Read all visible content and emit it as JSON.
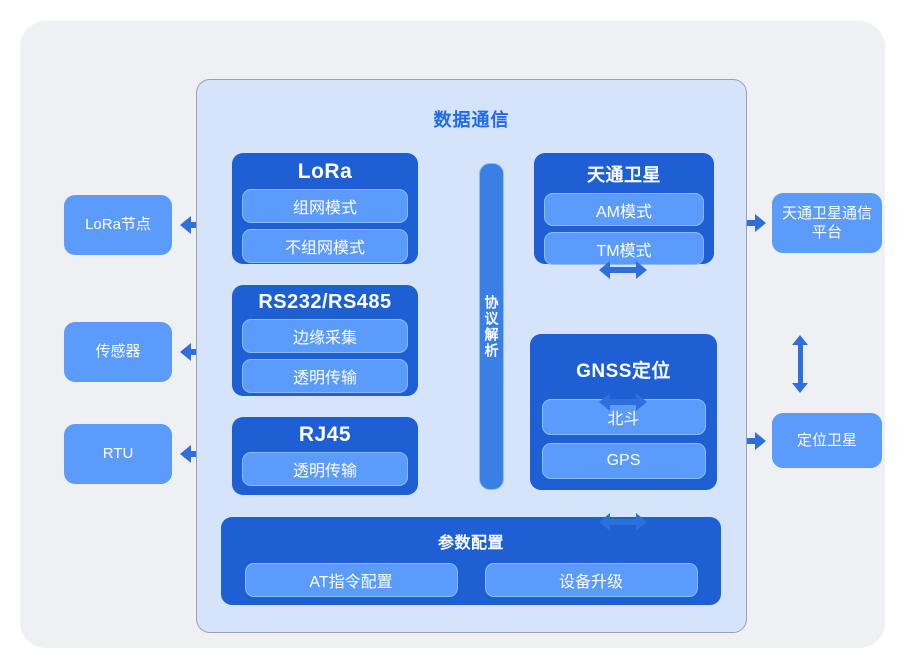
{
  "diagram": {
    "container": {
      "title": "数据通信"
    },
    "protocol_bar": {
      "label": "协议解析"
    },
    "modules": [
      {
        "id": "lora",
        "title": "LoRa",
        "items": [
          "组网模式",
          "不组网模式"
        ]
      },
      {
        "id": "rs232_rs485",
        "title": "RS232/RS485",
        "items": [
          "边缘采集",
          "透明传输"
        ]
      },
      {
        "id": "rj45",
        "title": "RJ45",
        "items": [
          "透明传输"
        ]
      },
      {
        "id": "tiantong",
        "title": "天通卫星",
        "items": [
          "AM模式",
          "TM模式"
        ]
      },
      {
        "id": "gnss",
        "title": "GNSS定位",
        "items": [
          "北斗",
          "GPS"
        ]
      },
      {
        "id": "param_config",
        "title": "参数配置",
        "items": [
          "AT指令配置",
          "设备升级"
        ]
      }
    ],
    "external_nodes": [
      {
        "id": "lora_node",
        "label": "LoRa节点"
      },
      {
        "id": "sensor",
        "label": "传感器"
      },
      {
        "id": "rtu",
        "label": "RTU"
      },
      {
        "id": "tiantong_platform",
        "label": "天通卫星通信平台"
      },
      {
        "id": "positioning_satellite",
        "label": "定位卫星"
      }
    ],
    "colors": {
      "page_background": "#ffffff",
      "panel_background": "#eef0f4",
      "container_background": "#d6e4fb",
      "container_border": "#9aa0ad",
      "module_fill": "#1e5fd3",
      "pill_fill": "#5a9bfb",
      "pill_border": "#8cbcff",
      "protocol_bar_fill": "#3a7fe4",
      "arrow": "#2f6fdc",
      "title_text": "#1f6af0",
      "external_node_fill": "#5a9bfb",
      "text_on_blue": "#ffffff"
    }
  }
}
